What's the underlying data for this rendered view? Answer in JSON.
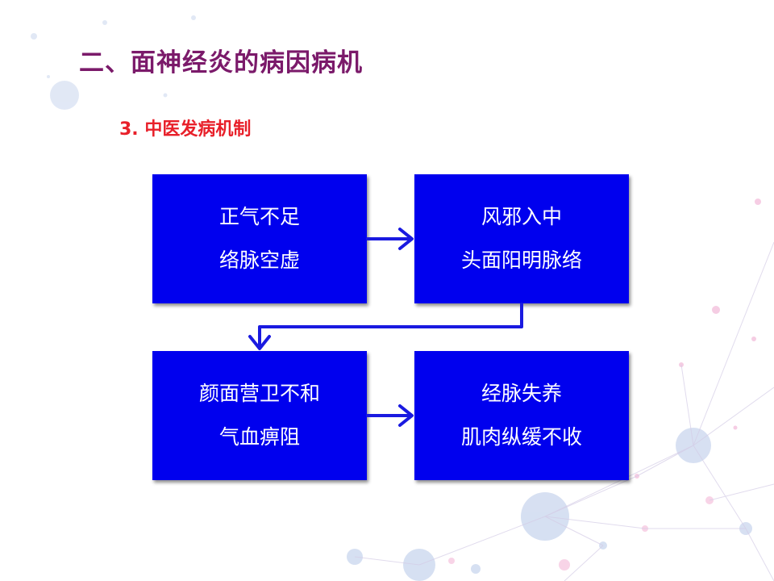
{
  "title": "二、面神经炎的病因病机",
  "subtitle": "3. 中医发病机制",
  "colors": {
    "title": "#7b1a6a",
    "subtitle": "#e8202a",
    "box_fill": "#0000ee",
    "box_text": "#ffffff",
    "arrow": "#1a1ae0"
  },
  "flow": {
    "nodes": [
      {
        "lines": [
          "正气不足",
          "络脉空虚"
        ]
      },
      {
        "lines": [
          "风邪入中",
          "头面阳明脉络"
        ]
      },
      {
        "lines": [
          "颜面营卫不和",
          "气血痹阻"
        ]
      },
      {
        "lines": [
          "经脉失养",
          "肌肉纵缓不收"
        ]
      }
    ],
    "edges": [
      {
        "from": 0,
        "to": 1
      },
      {
        "from": 1,
        "to": 2
      },
      {
        "from": 2,
        "to": 3
      }
    ]
  }
}
